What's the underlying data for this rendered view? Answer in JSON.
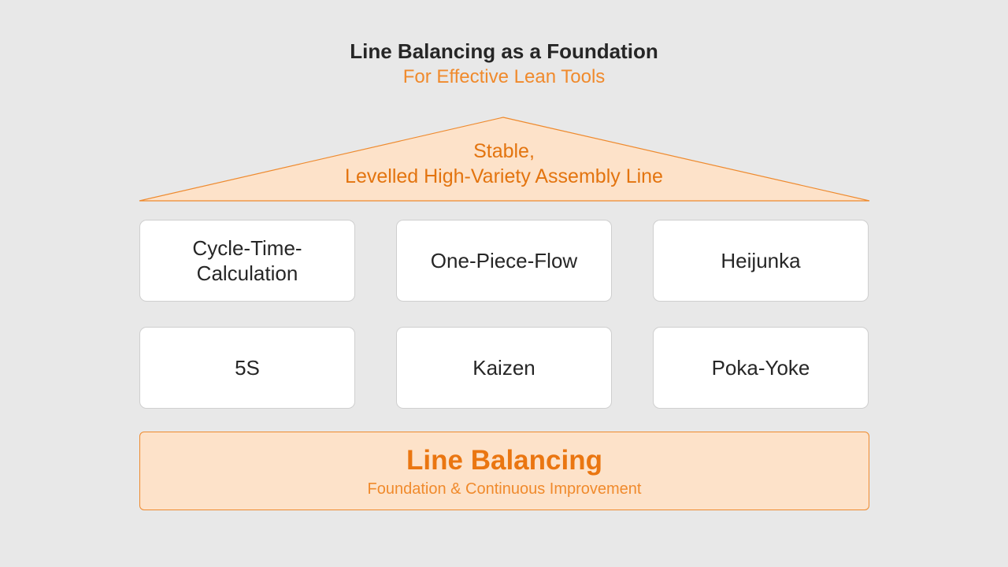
{
  "header": {
    "title": "Line Balancing as a Foundation",
    "subtitle": "For Effective Lean Tools"
  },
  "roof": {
    "line1": "Stable,",
    "line2": "Levelled High-Variety Assembly Line"
  },
  "pillars": {
    "row1": [
      "Cycle-Time-\nCalculation",
      "One-Piece-Flow",
      "Heijunka"
    ],
    "row2": [
      "5S",
      "Kaizen",
      "Poka-Yoke"
    ]
  },
  "foundation": {
    "title": "Line Balancing",
    "subtitle": "Foundation & Continuous Improvement"
  },
  "colors": {
    "background": "#e8e8e8",
    "accent": "#ea7611",
    "accent_light": "#fde2c9",
    "text": "#262626"
  }
}
